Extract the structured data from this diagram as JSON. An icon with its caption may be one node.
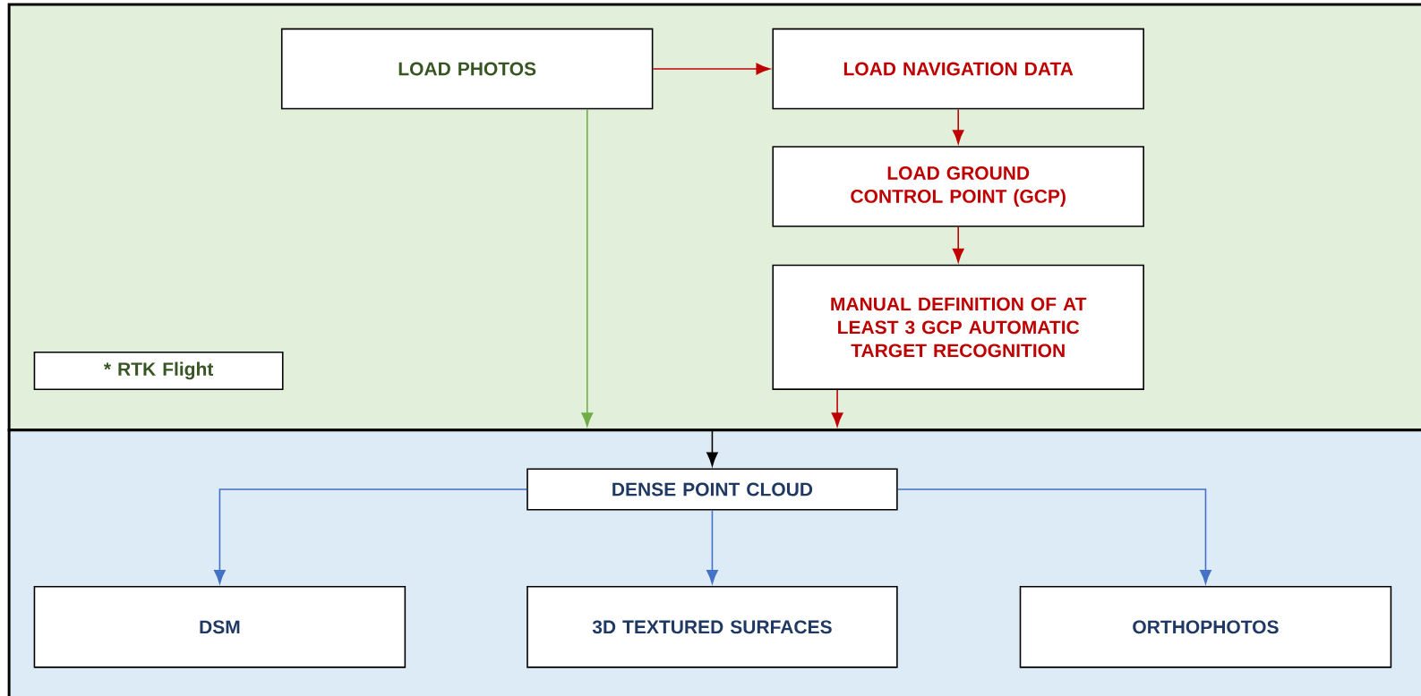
{
  "diagram": {
    "nodes": [
      {
        "text": [],
        "shape": "box"
      },
      {
        "text": [
          "LOAD PHOTOS"
        ],
        "in": 0
      },
      {
        "text": [
          "LOAD NAVIGATION DATA"
        ],
        "in": 0
      },
      {
        "text": [
          "LOAD GROUND CONTROL POINT (GCP)"
        ],
        "in": 0
      },
      {
        "text": [
          "MANUAL DEFINITION OF AT LEAST 3 GCP AUTOMATIC TARGET RECOGNITION"
        ],
        "in": 0
      },
      {
        "text": [
          "* RTK Flight"
        ],
        "in": 0
      },
      {
        "text": [],
        "shape": "box"
      },
      {
        "text": [
          "DENSE POINT CLOUD"
        ],
        "in": 6
      },
      {
        "text": [
          "DSM"
        ],
        "in": 6
      },
      {
        "text": [
          "3D TEXTURED SURFACES"
        ],
        "in": 6
      },
      {
        "text": [
          "ORTHOPHOTOS"
        ],
        "in": 6
      }
    ],
    "edges": [
      {
        "from": 1,
        "to": 2,
        "arrow": "to",
        "color": "#c00000"
      },
      {
        "from": 2,
        "to": 3,
        "arrow": "to",
        "color": "#c00000"
      },
      {
        "from": 3,
        "to": 4,
        "arrow": "to",
        "color": "#c00000"
      },
      {
        "from": 4,
        "to": 6,
        "arrow": "to",
        "color": "#c00000"
      },
      {
        "from": 1,
        "to": 6,
        "arrow": "to",
        "color": "#70ad47"
      },
      {
        "from": null,
        "to": 7,
        "arrow": "to",
        "color": "#000000"
      },
      {
        "from": 7,
        "to": 8,
        "arrow": "to",
        "color": "#4472c4"
      },
      {
        "from": 7,
        "to": 9,
        "arrow": "to",
        "color": "#4472c4"
      },
      {
        "from": 7,
        "to": 10,
        "arrow": "to",
        "color": "#4472c4"
      }
    ]
  }
}
